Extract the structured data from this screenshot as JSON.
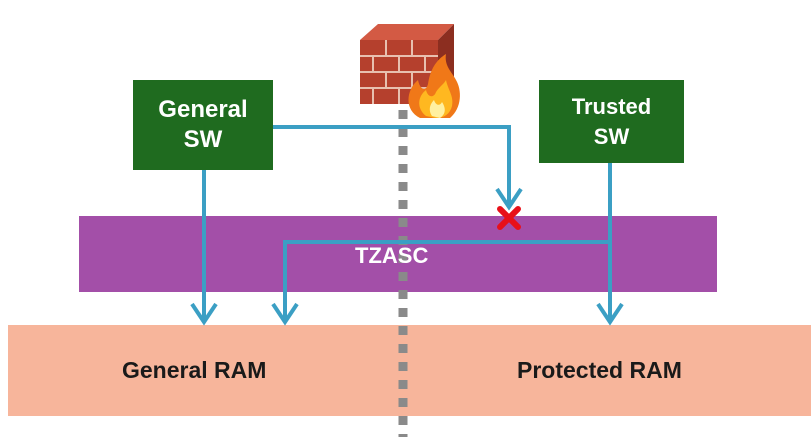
{
  "diagram": {
    "nodes": {
      "general_sw": "General\nSW",
      "trusted_sw": "Trusted\nSW",
      "tzasc": "TZASC",
      "general_ram": "General RAM",
      "protected_ram": "Protected RAM"
    },
    "icons": {
      "firewall": "firewall-icon",
      "blocked": "red-x-icon"
    },
    "colors": {
      "sw_box": "#1f6b1f",
      "tzasc": "#a34fa8",
      "ram": "#f7b59b",
      "arrow": "#3b9fc4",
      "divider": "#8a8a8a",
      "blocked": "#e8101a"
    },
    "edges": [
      {
        "from": "General SW",
        "to": "General RAM",
        "status": "allowed"
      },
      {
        "from": "General SW",
        "to": "Protected RAM",
        "status": "blocked"
      },
      {
        "from": "Trusted SW",
        "to": "General RAM",
        "status": "allowed"
      },
      {
        "from": "Trusted SW",
        "to": "Protected RAM",
        "status": "allowed"
      }
    ]
  }
}
